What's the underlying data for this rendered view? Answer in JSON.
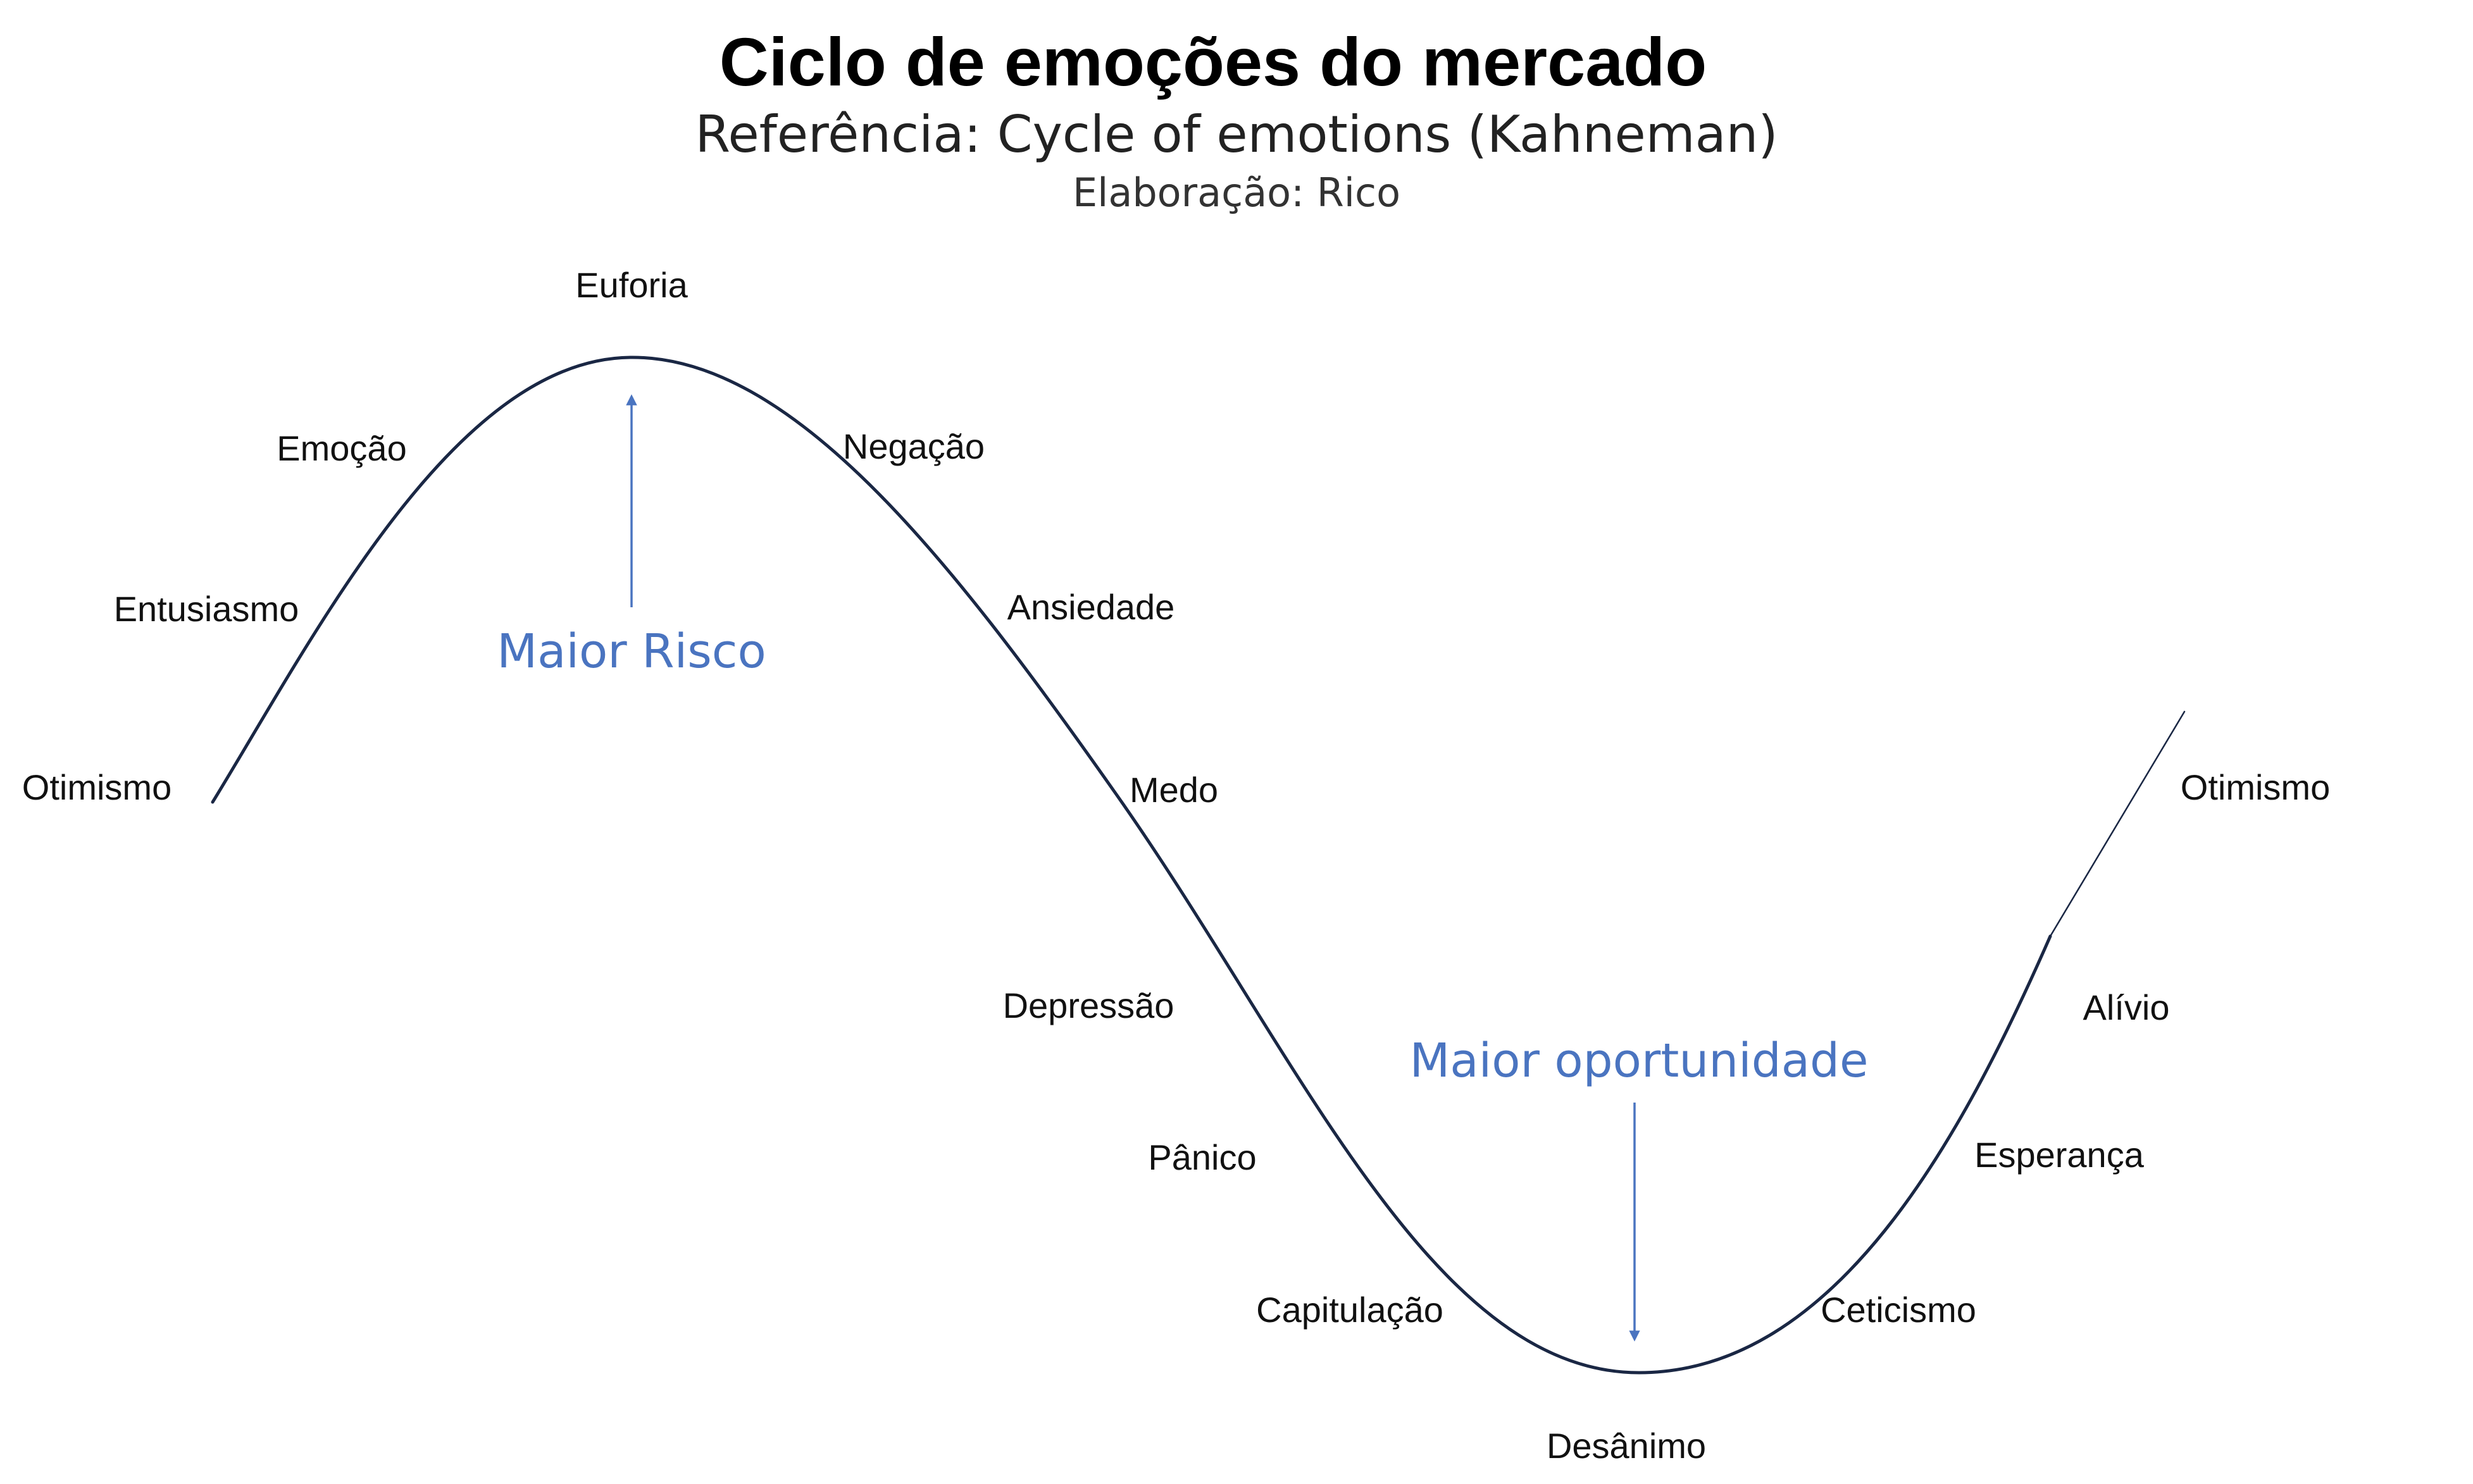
{
  "header": {
    "title": "Ciclo de emoções do mercado",
    "subtitle": "Referência: Cycle of emotions (Kahneman)",
    "credit": "Elaboração: Rico"
  },
  "stages": {
    "otimismo_start": "Otimismo",
    "entusiasmo": "Entusiasmo",
    "emocao": "Emoção",
    "euforia": "Euforia",
    "negacao": "Negação",
    "ansiedade": "Ansiedade",
    "medo": "Medo",
    "depressao": "Depressão",
    "panico": "Pânico",
    "capitulacao": "Capitulação",
    "desanimo": "Desânimo",
    "ceticismo": "Ceticismo",
    "esperanca": "Esperança",
    "alivio": "Alívio",
    "otimismo_end": "Otimismo"
  },
  "callouts": {
    "risk": "Maior Risco",
    "opportunity": "Maior oportunidade"
  },
  "colors": {
    "curve": "#1a2744",
    "accent": "#4a74c0",
    "text": "#111111"
  }
}
